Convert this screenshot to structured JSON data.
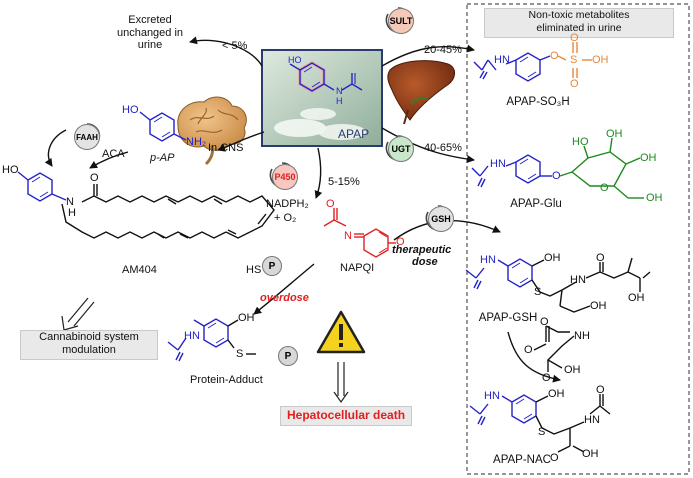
{
  "percentages": {
    "excreted": "< 5%",
    "sult": "20-45%",
    "ugt": "40-65%",
    "p450": "5-15%"
  },
  "labels": {
    "excreted": "Excreted unchanged in urine",
    "non_toxic_line1": "Non-toxic metabolites",
    "non_toxic_line2": "eliminated in urine",
    "apap_so3h": "APAP-SO₃H",
    "apap_glu": "APAP-Glu",
    "apap_gsh": "APAP-GSH",
    "apap_nac": "APAP-NAC",
    "apap": "APAP",
    "in_cns": "In CNS",
    "p_ap": "p-AP",
    "aca": "ACA",
    "am404": "AM404",
    "napqi": "NAPQI",
    "nadph_line1": "NADPH₂",
    "nadph_line2": "+ O₂",
    "therapeutic_line1": "therapeutic",
    "therapeutic_line2": "dose",
    "overdose": "overdose",
    "hs": "HS",
    "p": "P",
    "protein_adduct": "Protein-Adduct",
    "cannabinoid_line1": "Cannabinoid system",
    "cannabinoid_line2": "modulation",
    "hepatocellular": "Hepatocellular death"
  },
  "enzymes": {
    "sult": "SULT",
    "ugt": "UGT",
    "p450": "P450",
    "faah": "FAAH",
    "gsh": "GSH"
  },
  "atoms": {
    "ho": "HO",
    "hn": "HN",
    "nh": "NH",
    "n_h": "N",
    "h": "H",
    "nh2": "NH₂",
    "o": "O",
    "oh": "OH",
    "s": "S",
    "so3_s": "S",
    "n": "N"
  },
  "colors": {
    "blue": "#2323c8",
    "red": "#e02020",
    "green": "#1e8a1e",
    "orange": "#e8883a",
    "sult_bg": "#f5c9b8",
    "ugt_bg": "#c9e8c9",
    "p450_bg": "#f7c7c0",
    "gray_bg": "#e3e3e3",
    "warning_yellow": "#f4d21e"
  },
  "icons": {
    "brain": "brain-icon",
    "liver": "liver-icon",
    "warning": "warning-icon",
    "pills": "pills-icon",
    "recycle": "cycle-arrow-icon"
  }
}
